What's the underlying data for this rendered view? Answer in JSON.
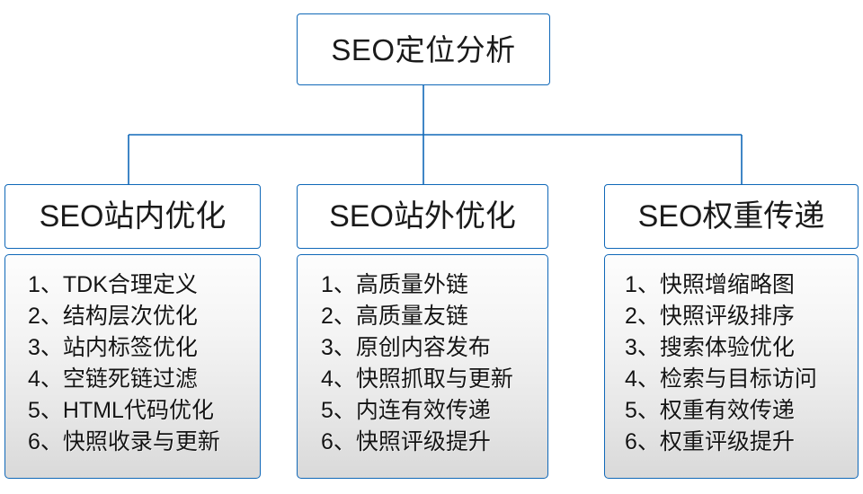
{
  "diagram": {
    "type": "organization-tree",
    "accent_color": "#1068b8",
    "text_color": "#141414",
    "background": "#ffffff",
    "root": {
      "label": "SEO定位分析"
    },
    "branches": [
      {
        "header": "SEO站内优化",
        "items": [
          "1、TDK合理定义",
          "2、结构层次优化",
          "3、站内标签优化",
          "4、空链死链过滤",
          "5、HTML代码优化",
          "6、快照收录与更新"
        ]
      },
      {
        "header": "SEO站外优化",
        "items": [
          "1、高质量外链",
          "2、高质量友链",
          "3、原创内容发布",
          "4、快照抓取与更新",
          "5、内连有效传递",
          "6、快照评级提升"
        ]
      },
      {
        "header": "SEO权重传递",
        "items": [
          "1、快照增缩略图",
          "2、快照评级排序",
          "3、搜索体验优化",
          "4、检索与目标访问",
          "5、权重有效传递",
          "6、权重评级提升"
        ]
      }
    ]
  }
}
